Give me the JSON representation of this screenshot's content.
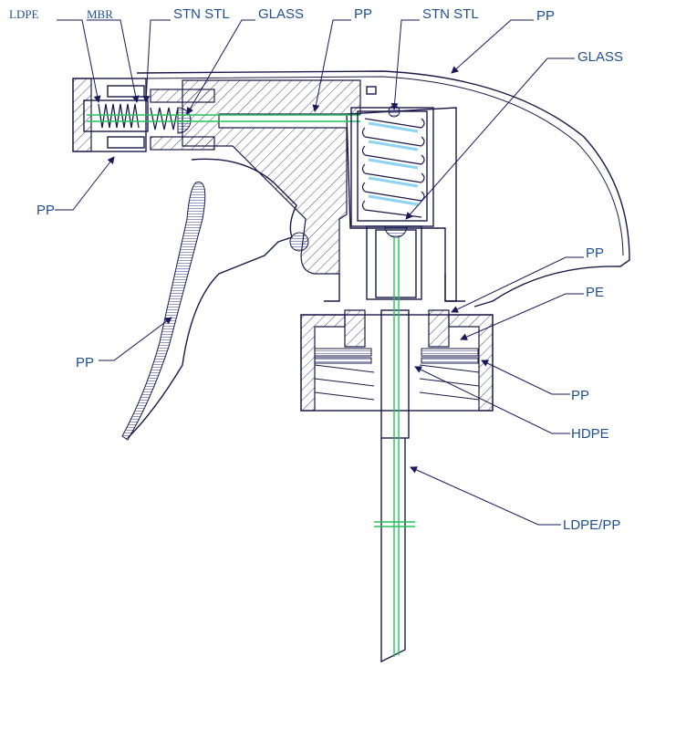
{
  "labels": {
    "ldpe_top": "LDPE",
    "mbr": "MBR",
    "stn_stl_left": "STN STL",
    "glass_left": "GLASS",
    "pp_top": "PP",
    "stn_stl_right": "STN STL",
    "pp_shroud": "PP",
    "glass_right": "GLASS",
    "pp_nozzle": "PP",
    "pp_trigger": "PP",
    "pp_closure_upper": "PP",
    "pe_gasket": "PE",
    "pp_closure": "PP",
    "hdpe": "HDPE",
    "ldpe_pp_tube": "LDPE/PP"
  },
  "colors": {
    "outline": "#1a1a4a",
    "label": "#1f4f8f",
    "flow_path": "#22c35a",
    "spring_highlight": "#8fd3f0"
  }
}
